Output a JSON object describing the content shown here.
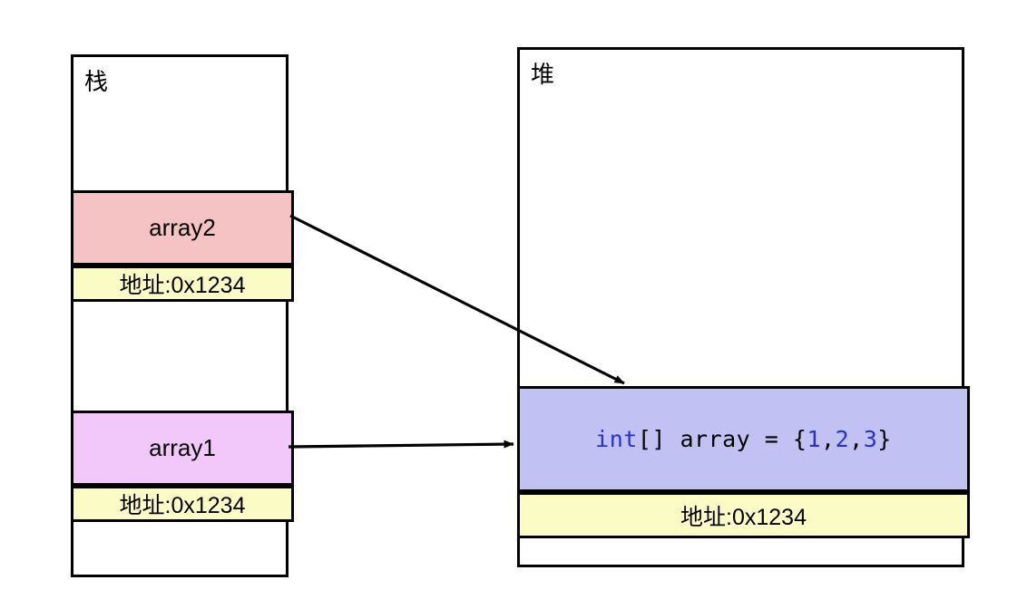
{
  "diagram": {
    "title_stack": "栈",
    "title_heap": "堆",
    "background_color": "#ffffff",
    "line_color": "#000000"
  },
  "stack": {
    "label": "栈",
    "slots": [
      {
        "name": "array2",
        "variable_label": "array2",
        "address_label": "地址:0x1234",
        "variable_color": "#F5C3C3",
        "address_color": "#FBFBC6"
      },
      {
        "name": "array1",
        "variable_label": "array1",
        "address_label": "地址:0x1234",
        "variable_color": "#F2C8FB",
        "address_color": "#FBFBC6"
      }
    ]
  },
  "heap": {
    "label": "堆",
    "object": {
      "code": {
        "full_text": "int[] array = {1,2,3}",
        "tokens": [
          {
            "text": "int",
            "color": "#2B32CC"
          },
          {
            "text": "[] array = {",
            "color": "#000000"
          },
          {
            "text": "1",
            "color": "#2B32CC"
          },
          {
            "text": ",",
            "color": "#000000"
          },
          {
            "text": "2",
            "color": "#2B32CC"
          },
          {
            "text": ",",
            "color": "#000000"
          },
          {
            "text": "3",
            "color": "#2B32CC"
          },
          {
            "text": "}",
            "color": "#000000"
          }
        ]
      },
      "address_label": "地址:0x1234",
      "object_color": "#C1C1F4",
      "address_color": "#FBFBC6"
    }
  },
  "arrows": [
    {
      "name": "array2-to-heap-object",
      "from": "array2",
      "to": "heap-object",
      "style": "diagonal"
    },
    {
      "name": "array1-to-heap-object",
      "from": "array1",
      "to": "heap-object",
      "style": "horizontal"
    }
  ]
}
